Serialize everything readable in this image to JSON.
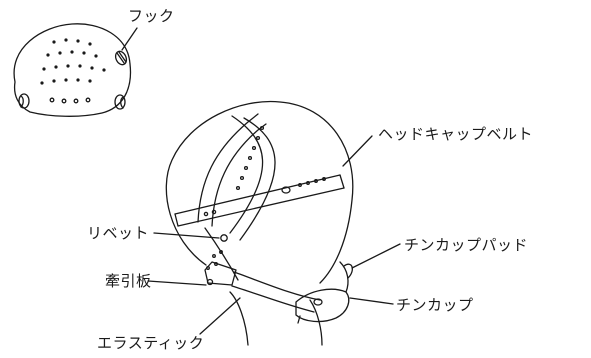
{
  "labels": {
    "hook": "フック",
    "headcap_belt": "ヘッドキャップベルト",
    "rivet": "リベット",
    "chincup_pad": "チンカップパッド",
    "traction_plate": "牽引板",
    "chincup": "チンカップ",
    "elastic": "エラスティック"
  }
}
